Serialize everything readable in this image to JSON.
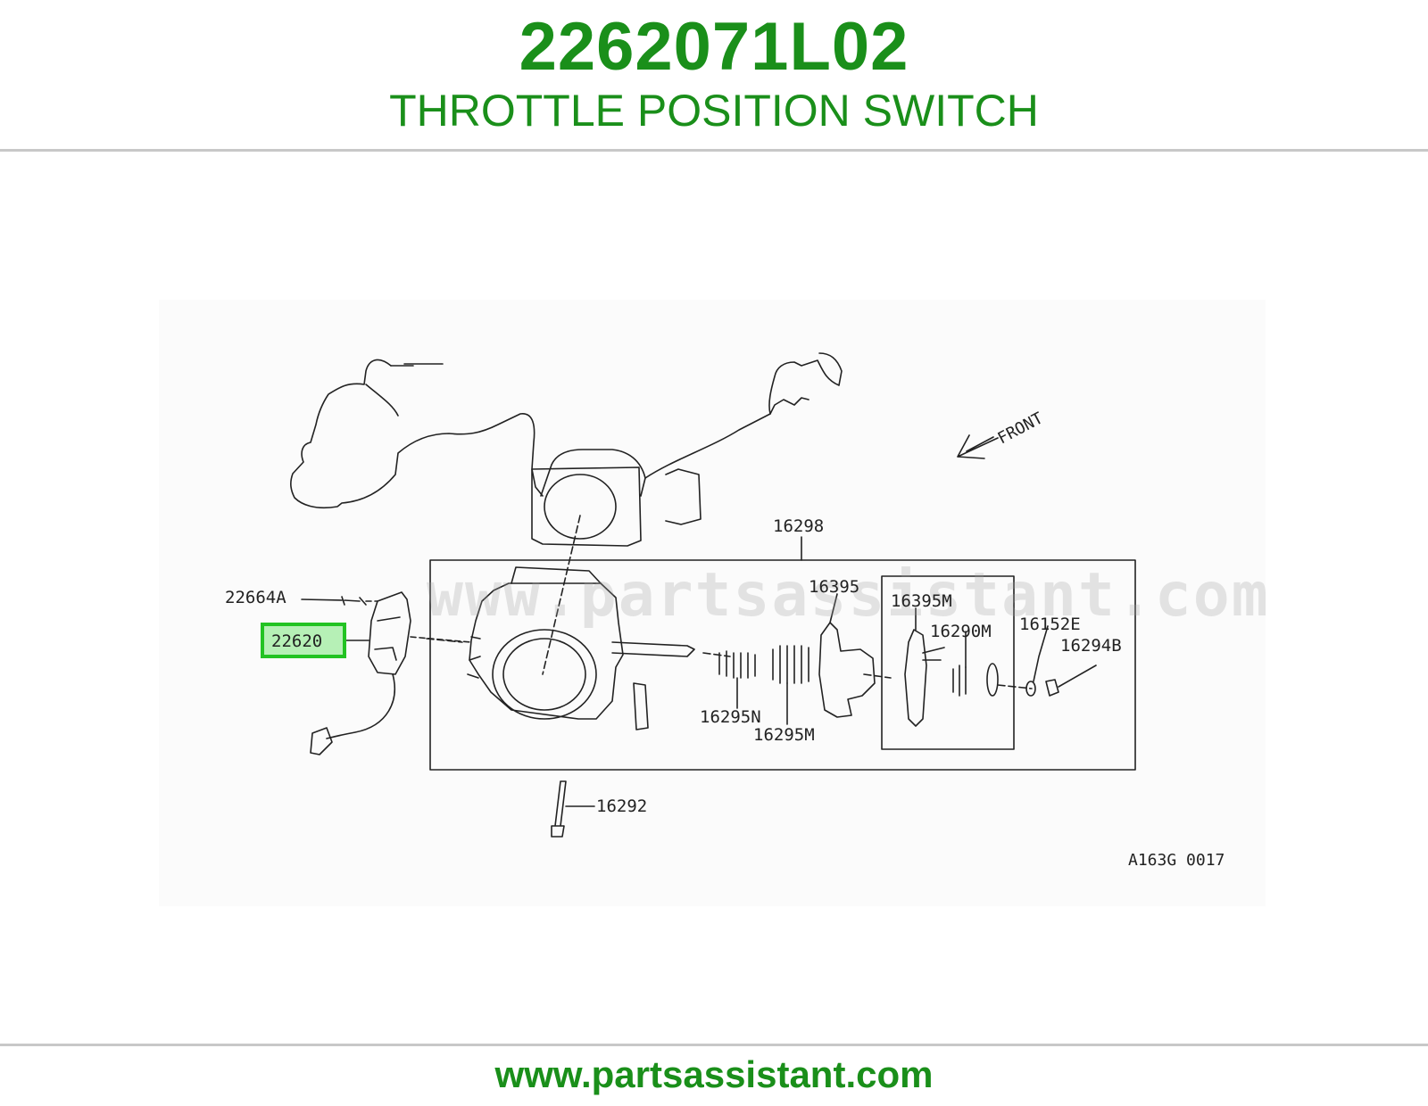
{
  "header": {
    "part_number": "2262071L02",
    "part_name": "THROTTLE POSITION SWITCH"
  },
  "footer": {
    "site": "www.partsassistant.com"
  },
  "watermark": "www.partsassistant.com",
  "colors": {
    "brand_green": "#1a8f1a",
    "highlight_green": "#22c322",
    "highlight_fill": "#b6f0b6",
    "rule_gray": "#c8c8c8"
  },
  "diagram": {
    "front_label": "FRONT",
    "figure_code": "A163G 0017",
    "callouts": {
      "c16298": "16298",
      "c22664A": "22664A",
      "c22620": "22620",
      "c16395": "16395",
      "c16395M": "16395M",
      "c16290M": "16290M",
      "c16152E": "16152E",
      "c16294B": "16294B",
      "c16295N": "16295N",
      "c16295M": "16295M",
      "c16292": "16292"
    },
    "highlighted_part": "22620"
  }
}
